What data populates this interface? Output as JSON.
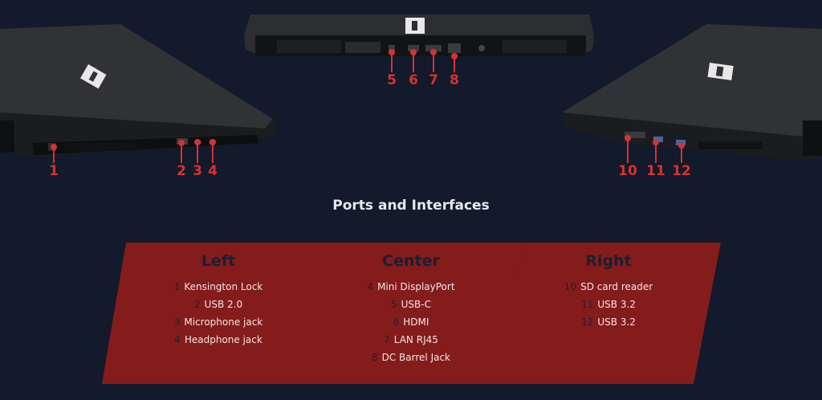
{
  "callouts": [
    "1",
    "2",
    "3",
    "4",
    "5",
    "6",
    "7",
    "8",
    "10",
    "11",
    "12"
  ],
  "section_title": "Ports and Interfaces",
  "panels": {
    "left": {
      "title": "Left",
      "items": [
        {
          "num": "1",
          "label": "Kensington Lock"
        },
        {
          "num": "2",
          "label": "USB 2.0"
        },
        {
          "num": "3",
          "label": "Microphone jack"
        },
        {
          "num": "4",
          "label": "Headphone jack"
        }
      ]
    },
    "center": {
      "title": "Center",
      "items": [
        {
          "num": "4",
          "label": "Mini DisplayPort"
        },
        {
          "num": "5",
          "label": "USB-C"
        },
        {
          "num": "6",
          "label": "HDMI"
        },
        {
          "num": "7",
          "label": "LAN RJ45"
        },
        {
          "num": "8",
          "label": "DC Barrel Jack"
        }
      ]
    },
    "right": {
      "title": "Right",
      "items": [
        {
          "num": "10",
          "label": "SD card reader"
        },
        {
          "num": "11",
          "label": "USB 3.2"
        },
        {
          "num": "12",
          "label": "USB 3.2"
        }
      ]
    }
  },
  "colors": {
    "background": "#121a2b",
    "panel": "#841c1c",
    "callout": "#d63232",
    "panel_title": "#1a1f33"
  }
}
